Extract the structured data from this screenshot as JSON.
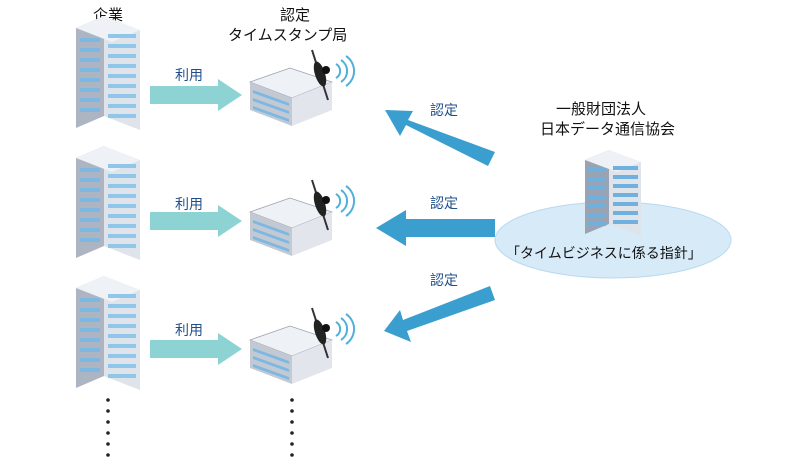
{
  "headers": {
    "companies": "企業",
    "tsa_line1": "認定",
    "tsa_line2": "タイムスタンプ局"
  },
  "usage_label": "利用",
  "certify_label": "認定",
  "org": {
    "line1": "一般財団法人",
    "line2": "日本データ通信協会",
    "guideline": "「タイムビジネスに係る指針」"
  },
  "colors": {
    "usage_arrow": "#8ed3d3",
    "certify_arrow": "#3a9fcf",
    "ellipse": "#d6eaf7",
    "building_light": "#c9ced8",
    "building_dark": "#8e96a6",
    "window": "#79b7e3"
  }
}
